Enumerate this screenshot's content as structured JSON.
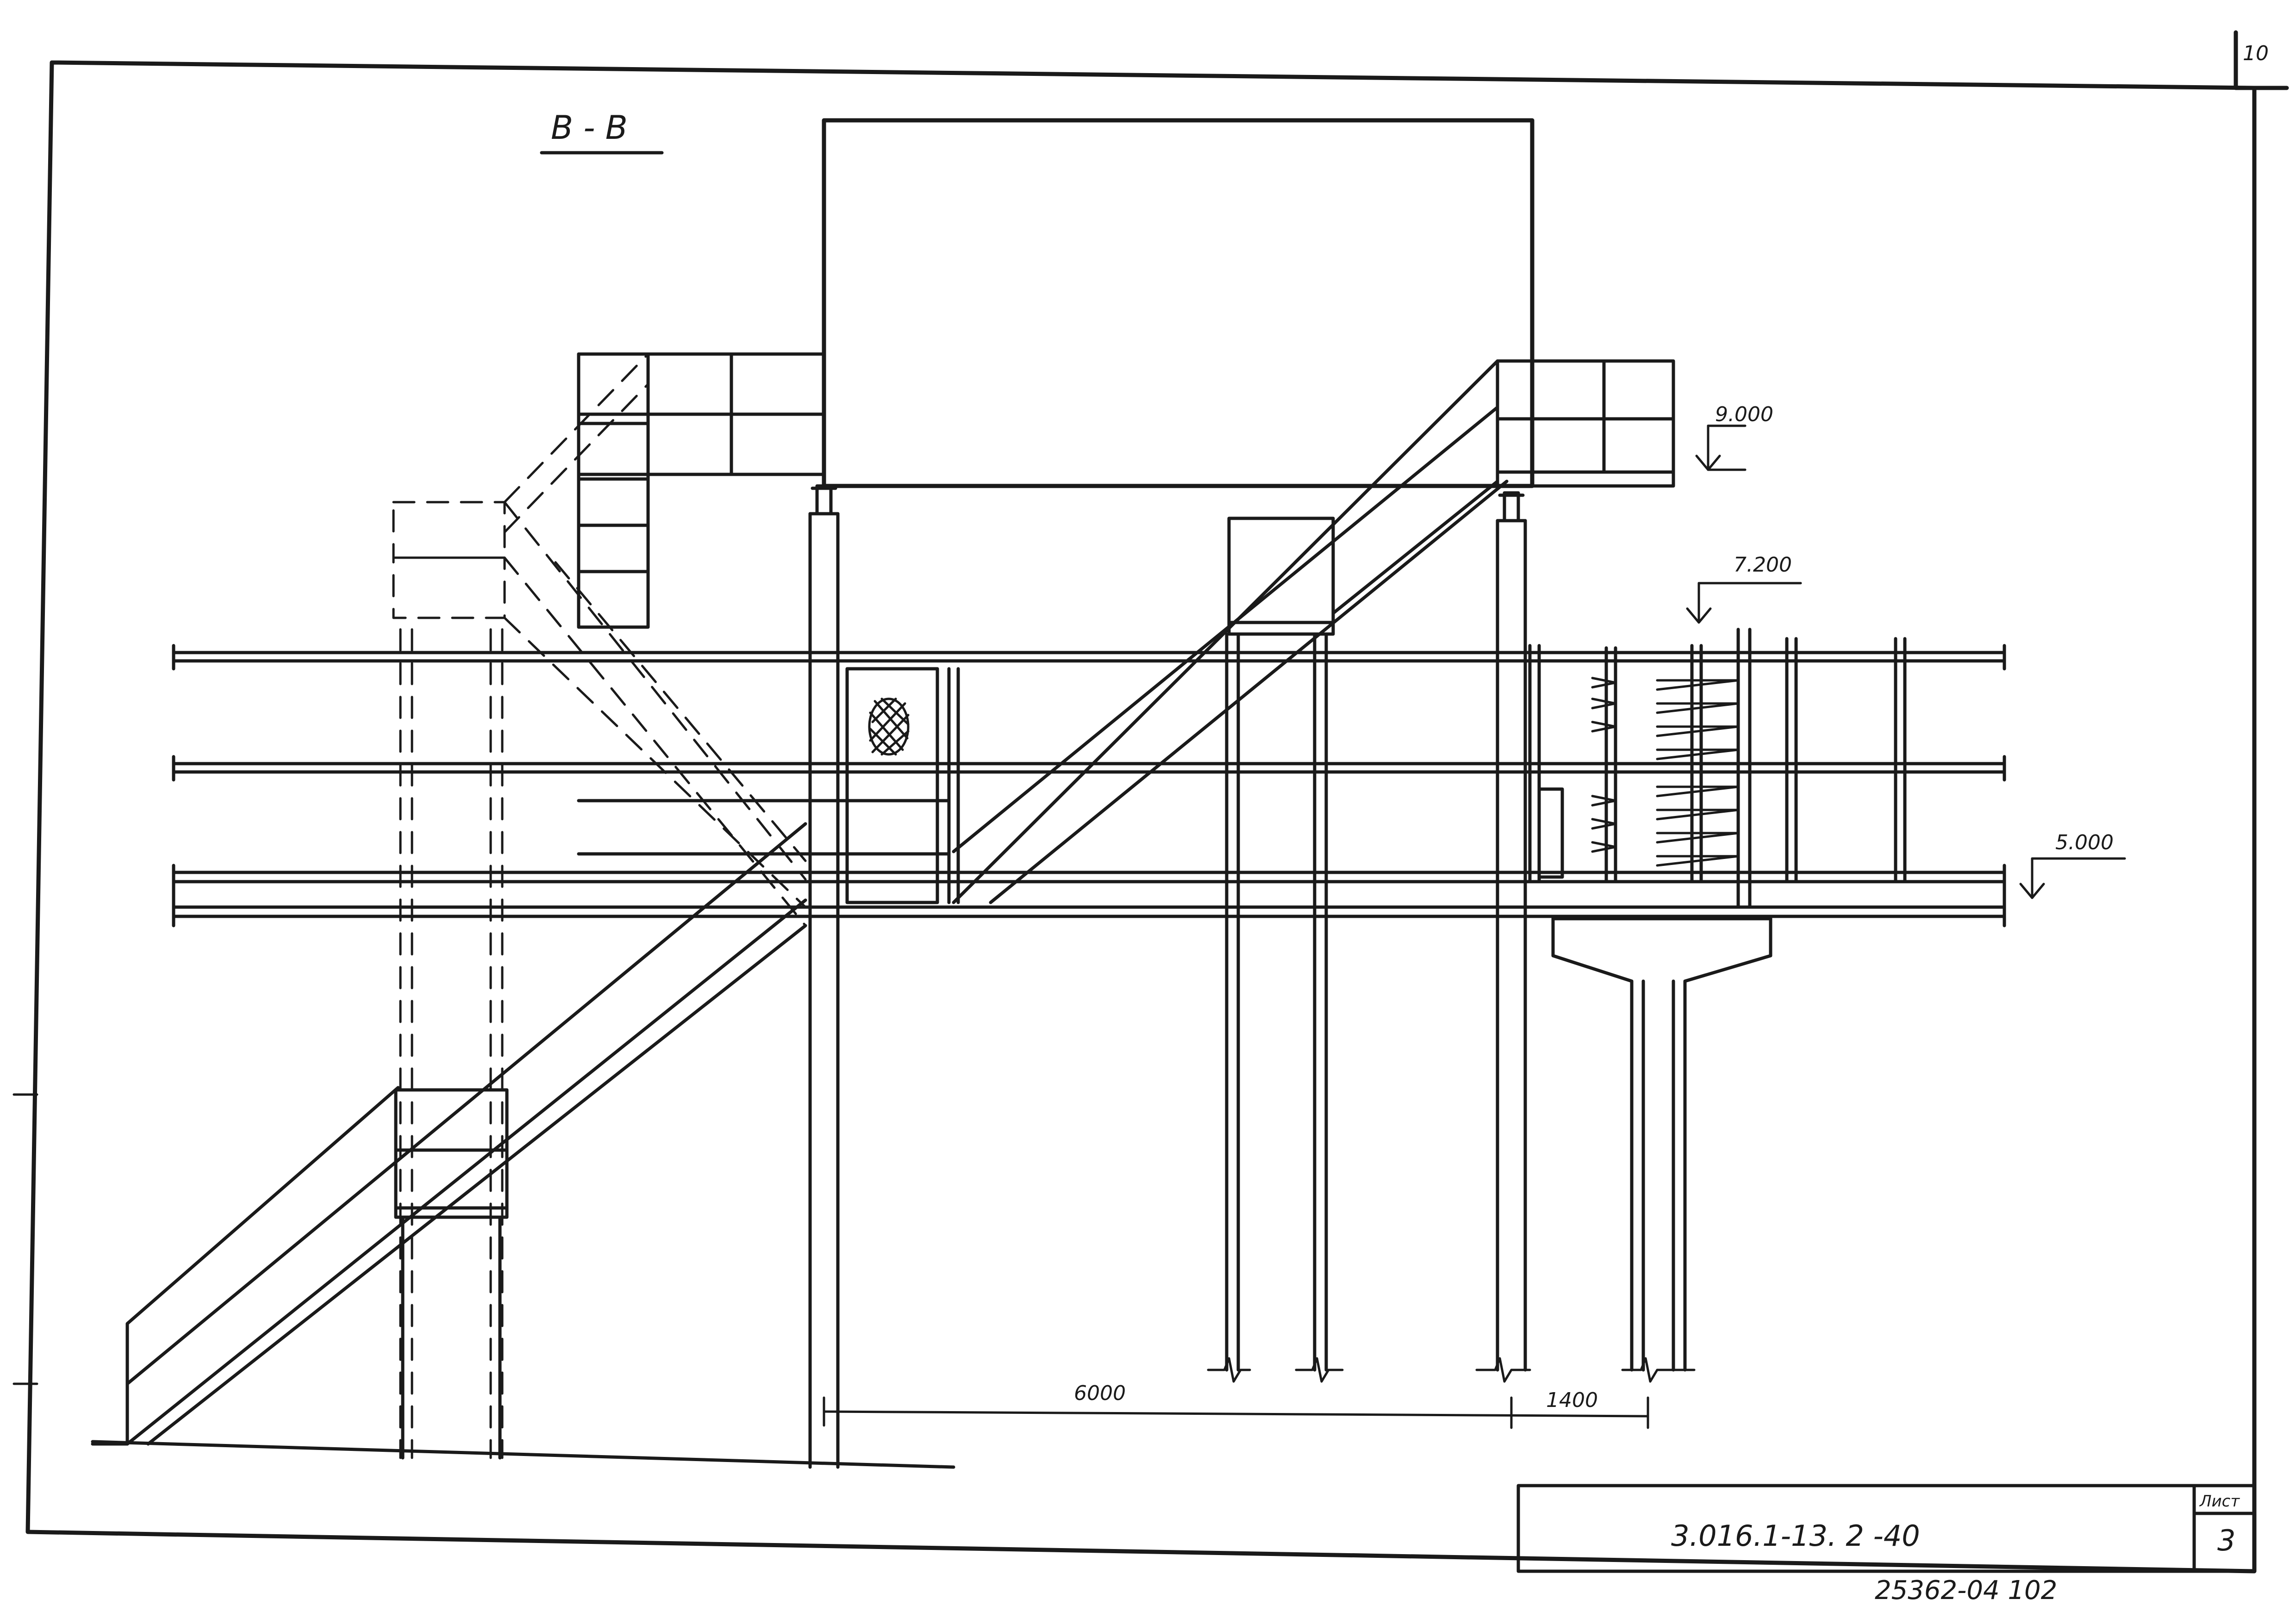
{
  "drawing": {
    "section_label": "В - В",
    "corner_sheet_mark": "10",
    "levels": {
      "top": "9.000",
      "middle": "7.200",
      "lower": "5.000"
    },
    "dimensions": {
      "span_left": "6000",
      "span_right": "1400"
    }
  },
  "title_block": {
    "designation": "3.016.1-13. 2 -40",
    "sheet_caption": "Лист",
    "sheet_number": "3",
    "archive_number": "25362-04  102"
  },
  "colors": {
    "ink": "#1a1a1a",
    "paper": "#ffffff"
  }
}
